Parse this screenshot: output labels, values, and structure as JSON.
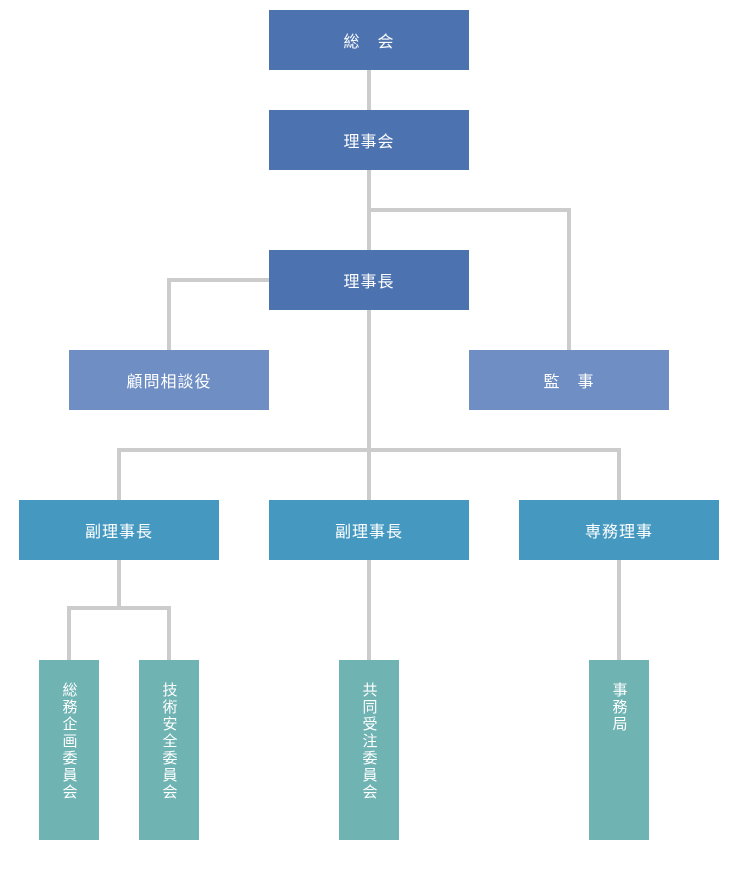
{
  "colors": {
    "top": "#4c72b0",
    "advisor": "#6f8fc4",
    "vice": "#4599c1",
    "committee": "#6fb3b3",
    "connector": "#cccccc"
  },
  "nodes": {
    "general_assembly": "総　会",
    "board": "理事会",
    "chairman": "理事長",
    "advisor": "顧問相談役",
    "auditor": "監　事",
    "vice_chairman_1": "副理事長",
    "vice_chairman_2": "副理事長",
    "managing_director": "専務理事",
    "general_planning_committee": "総務企画委員会",
    "technical_safety_committee": "技術安全委員会",
    "joint_order_committee": "共同受注委員会",
    "secretariat": "事務局"
  }
}
